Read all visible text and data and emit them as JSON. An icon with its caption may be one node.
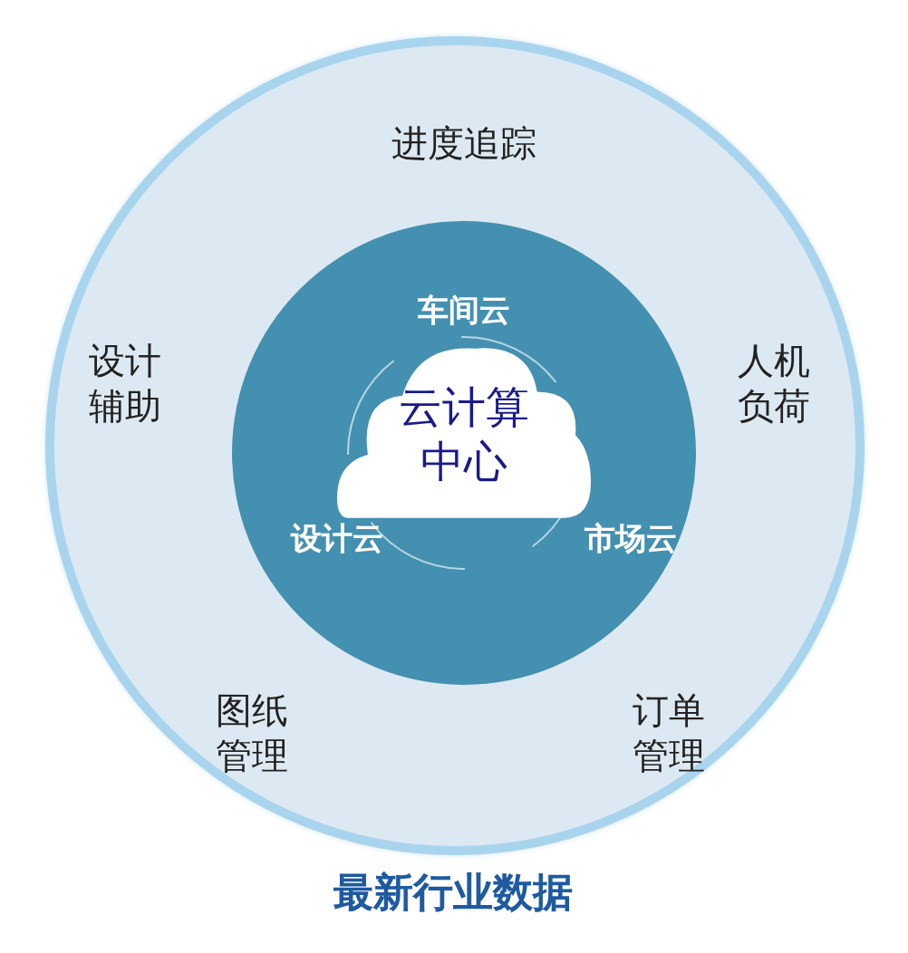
{
  "diagram": {
    "caption": "最新行业数据",
    "nodes": [
      {
        "text": [
          "进度追踪",
          "设计辅助",
          "人机负荷",
          "图纸管理",
          "订单管理"
        ]
      },
      {
        "text": [
          "车间云",
          "设计云",
          "市场云"
        ],
        "in": 0
      },
      {
        "text": [
          "云计算中心"
        ],
        "in": 1
      }
    ],
    "edges": []
  }
}
